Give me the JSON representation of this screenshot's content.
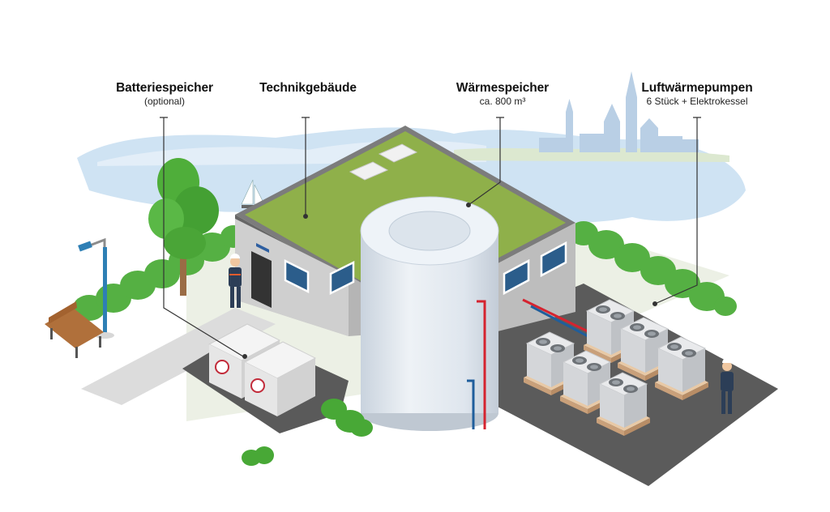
{
  "labels": {
    "battery": {
      "title": "Batteriespeicher",
      "subtitle": "(optional)"
    },
    "tech_building": {
      "title": "Technikgebäude"
    },
    "heat_storage": {
      "title": "Wärmespeicher",
      "subtitle": "ca. 800 m³"
    },
    "heat_pumps": {
      "title": "Luftwärmepumpen",
      "subtitle": "6 Stück + Elektrokessel"
    }
  },
  "colors": {
    "lake": "#bcd9ef",
    "skyline": "#b8cfe6",
    "roof": "#8fb04a",
    "wall": "#bfbfbf",
    "tank": "#dfe6ee",
    "ground": "#555555",
    "pipe_red": "#d5232f",
    "pipe_blue": "#1f5e9c",
    "greenery": "#4fae3a"
  },
  "icons": {
    "battery_logo": "heat-logo-icon",
    "fan": "fan-icon"
  }
}
